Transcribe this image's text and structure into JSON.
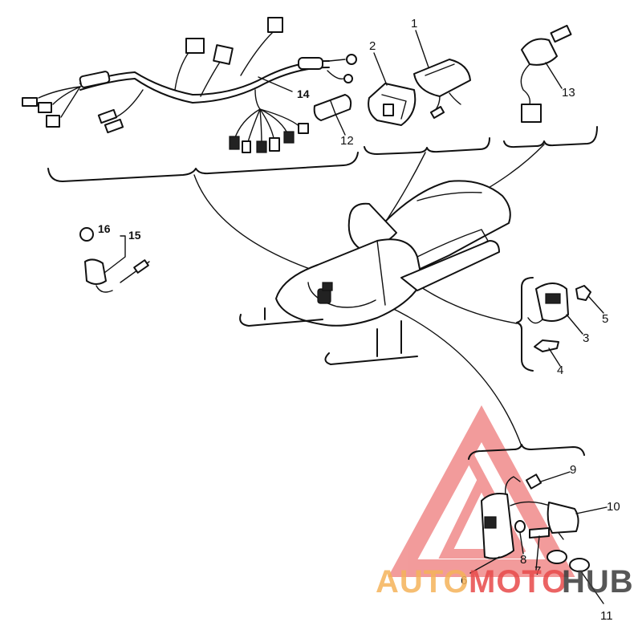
{
  "diagram": {
    "callouts": {
      "c1": "1",
      "c2": "2",
      "c3": "3",
      "c4": "4",
      "c5": "5",
      "c6": "6",
      "c7": "7",
      "c8": "8",
      "c9": "9",
      "c10": "10",
      "c11": "11",
      "c12": "12",
      "c13": "13",
      "c14": "14",
      "c15": "15",
      "c16": "16"
    }
  },
  "watermark": {
    "part1": "AUTO",
    "part2": "MOTO",
    "part3": "HUB",
    "colors": {
      "auto": "#f5b35a",
      "moto": "#e84a4a",
      "hub": "#3a3a3a",
      "triangle": "#e84a4a"
    }
  }
}
